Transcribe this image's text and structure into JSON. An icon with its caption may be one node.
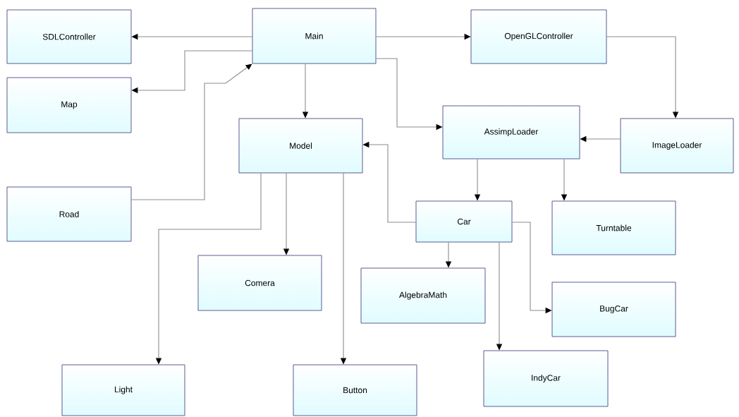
{
  "diagram": {
    "nodes": [
      {
        "text": [
          "SDLController"
        ]
      },
      {
        "text": [
          "Main"
        ]
      },
      {
        "text": [
          "OpenGLController"
        ]
      },
      {
        "text": [
          "Map"
        ]
      },
      {
        "text": [
          "Model"
        ]
      },
      {
        "text": [
          "AssimpLoader"
        ]
      },
      {
        "text": [
          "ImageLoader"
        ]
      },
      {
        "text": [
          "Road"
        ]
      },
      {
        "text": [
          "Car"
        ]
      },
      {
        "text": [
          "Turntable"
        ]
      },
      {
        "text": [
          "Comera"
        ]
      },
      {
        "text": [
          "AlgebraMath"
        ]
      },
      {
        "text": [
          "BugCar"
        ]
      },
      {
        "text": [
          "IndyCar"
        ]
      },
      {
        "text": [
          "Light"
        ]
      },
      {
        "text": [
          "Button"
        ]
      }
    ],
    "edges": [
      {
        "from": 1,
        "to": 0,
        "arrow": "to"
      },
      {
        "from": 1,
        "to": 3,
        "arrow": "to"
      },
      {
        "from": 7,
        "to": 1,
        "arrow": "to"
      },
      {
        "from": 1,
        "to": 2,
        "arrow": "to"
      },
      {
        "from": 1,
        "to": 4,
        "arrow": "to"
      },
      {
        "from": 1,
        "to": 5,
        "arrow": "to"
      },
      {
        "from": 2,
        "to": 6,
        "arrow": "to"
      },
      {
        "from": 6,
        "to": 5,
        "arrow": "to"
      },
      {
        "from": 5,
        "to": 8,
        "arrow": "to"
      },
      {
        "from": 5,
        "to": 9,
        "arrow": "to"
      },
      {
        "from": 8,
        "to": 4,
        "arrow": "to"
      },
      {
        "from": 8,
        "to": 11,
        "arrow": "to"
      },
      {
        "from": 8,
        "to": 12,
        "arrow": "to"
      },
      {
        "from": 8,
        "to": 13,
        "arrow": "to"
      },
      {
        "from": 4,
        "to": 10,
        "arrow": "to"
      },
      {
        "from": 4,
        "to": 14,
        "arrow": "to"
      },
      {
        "from": 4,
        "to": 15,
        "arrow": "to"
      }
    ]
  }
}
